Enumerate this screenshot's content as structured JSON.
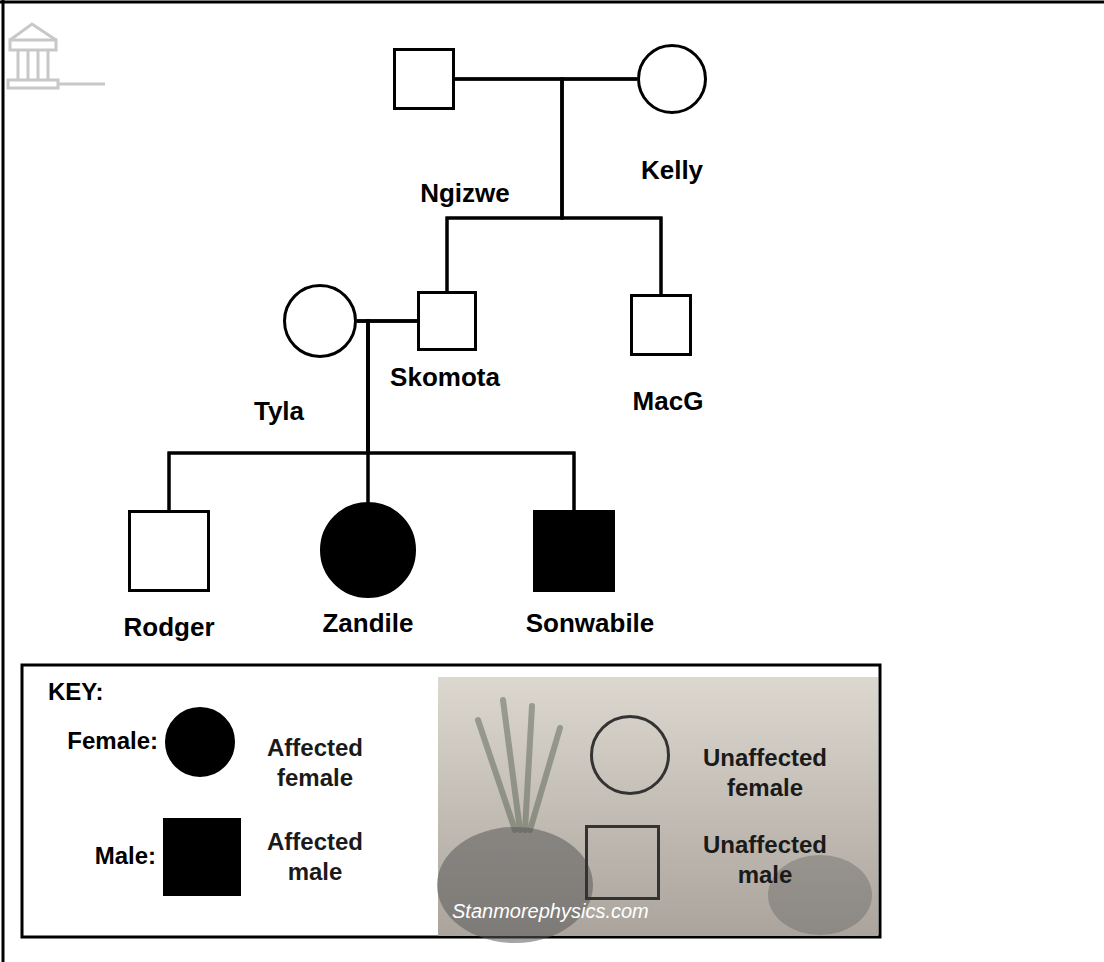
{
  "diagram": {
    "nodes": [
      {
        "text": [
          "Ngizwe"
        ]
      },
      {
        "text": [
          "Kelly"
        ]
      },
      {
        "text": [
          "Tyla"
        ]
      },
      {
        "text": [
          "Skomota"
        ]
      },
      {
        "text": [
          "MacG"
        ]
      },
      {
        "text": [
          "Rodger"
        ]
      },
      {
        "text": [
          "Zandile"
        ]
      },
      {
        "text": [
          "Sonwabile"
        ]
      }
    ],
    "edges": [
      {
        "from": 0,
        "to": 1,
        "arrow": "none"
      },
      {
        "from": 0,
        "to": 3,
        "arrow": "none"
      },
      {
        "from": 0,
        "to": 4,
        "arrow": "none"
      },
      {
        "from": 1,
        "to": 3,
        "arrow": "none"
      },
      {
        "from": 1,
        "to": 4,
        "arrow": "none"
      },
      {
        "from": 2,
        "to": 3,
        "arrow": "none"
      },
      {
        "from": 2,
        "to": 5,
        "arrow": "none"
      },
      {
        "from": 2,
        "to": 6,
        "arrow": "none"
      },
      {
        "from": 2,
        "to": 7,
        "arrow": "none"
      },
      {
        "from": 3,
        "to": 5,
        "arrow": "none"
      },
      {
        "from": 3,
        "to": 6,
        "arrow": "none"
      },
      {
        "from": 3,
        "to": 7,
        "arrow": "none"
      }
    ],
    "labels": [
      "KEY:",
      "Female:",
      "Male:",
      "Stanmorephysics.com"
    ],
    "legend": [
      {
        "text": "Affected female",
        "color": "#000000"
      },
      {
        "text": "Affected male",
        "color": "#000000"
      },
      {
        "text": "Unaffected female"
      },
      {
        "text": "Unaffected male"
      }
    ]
  }
}
